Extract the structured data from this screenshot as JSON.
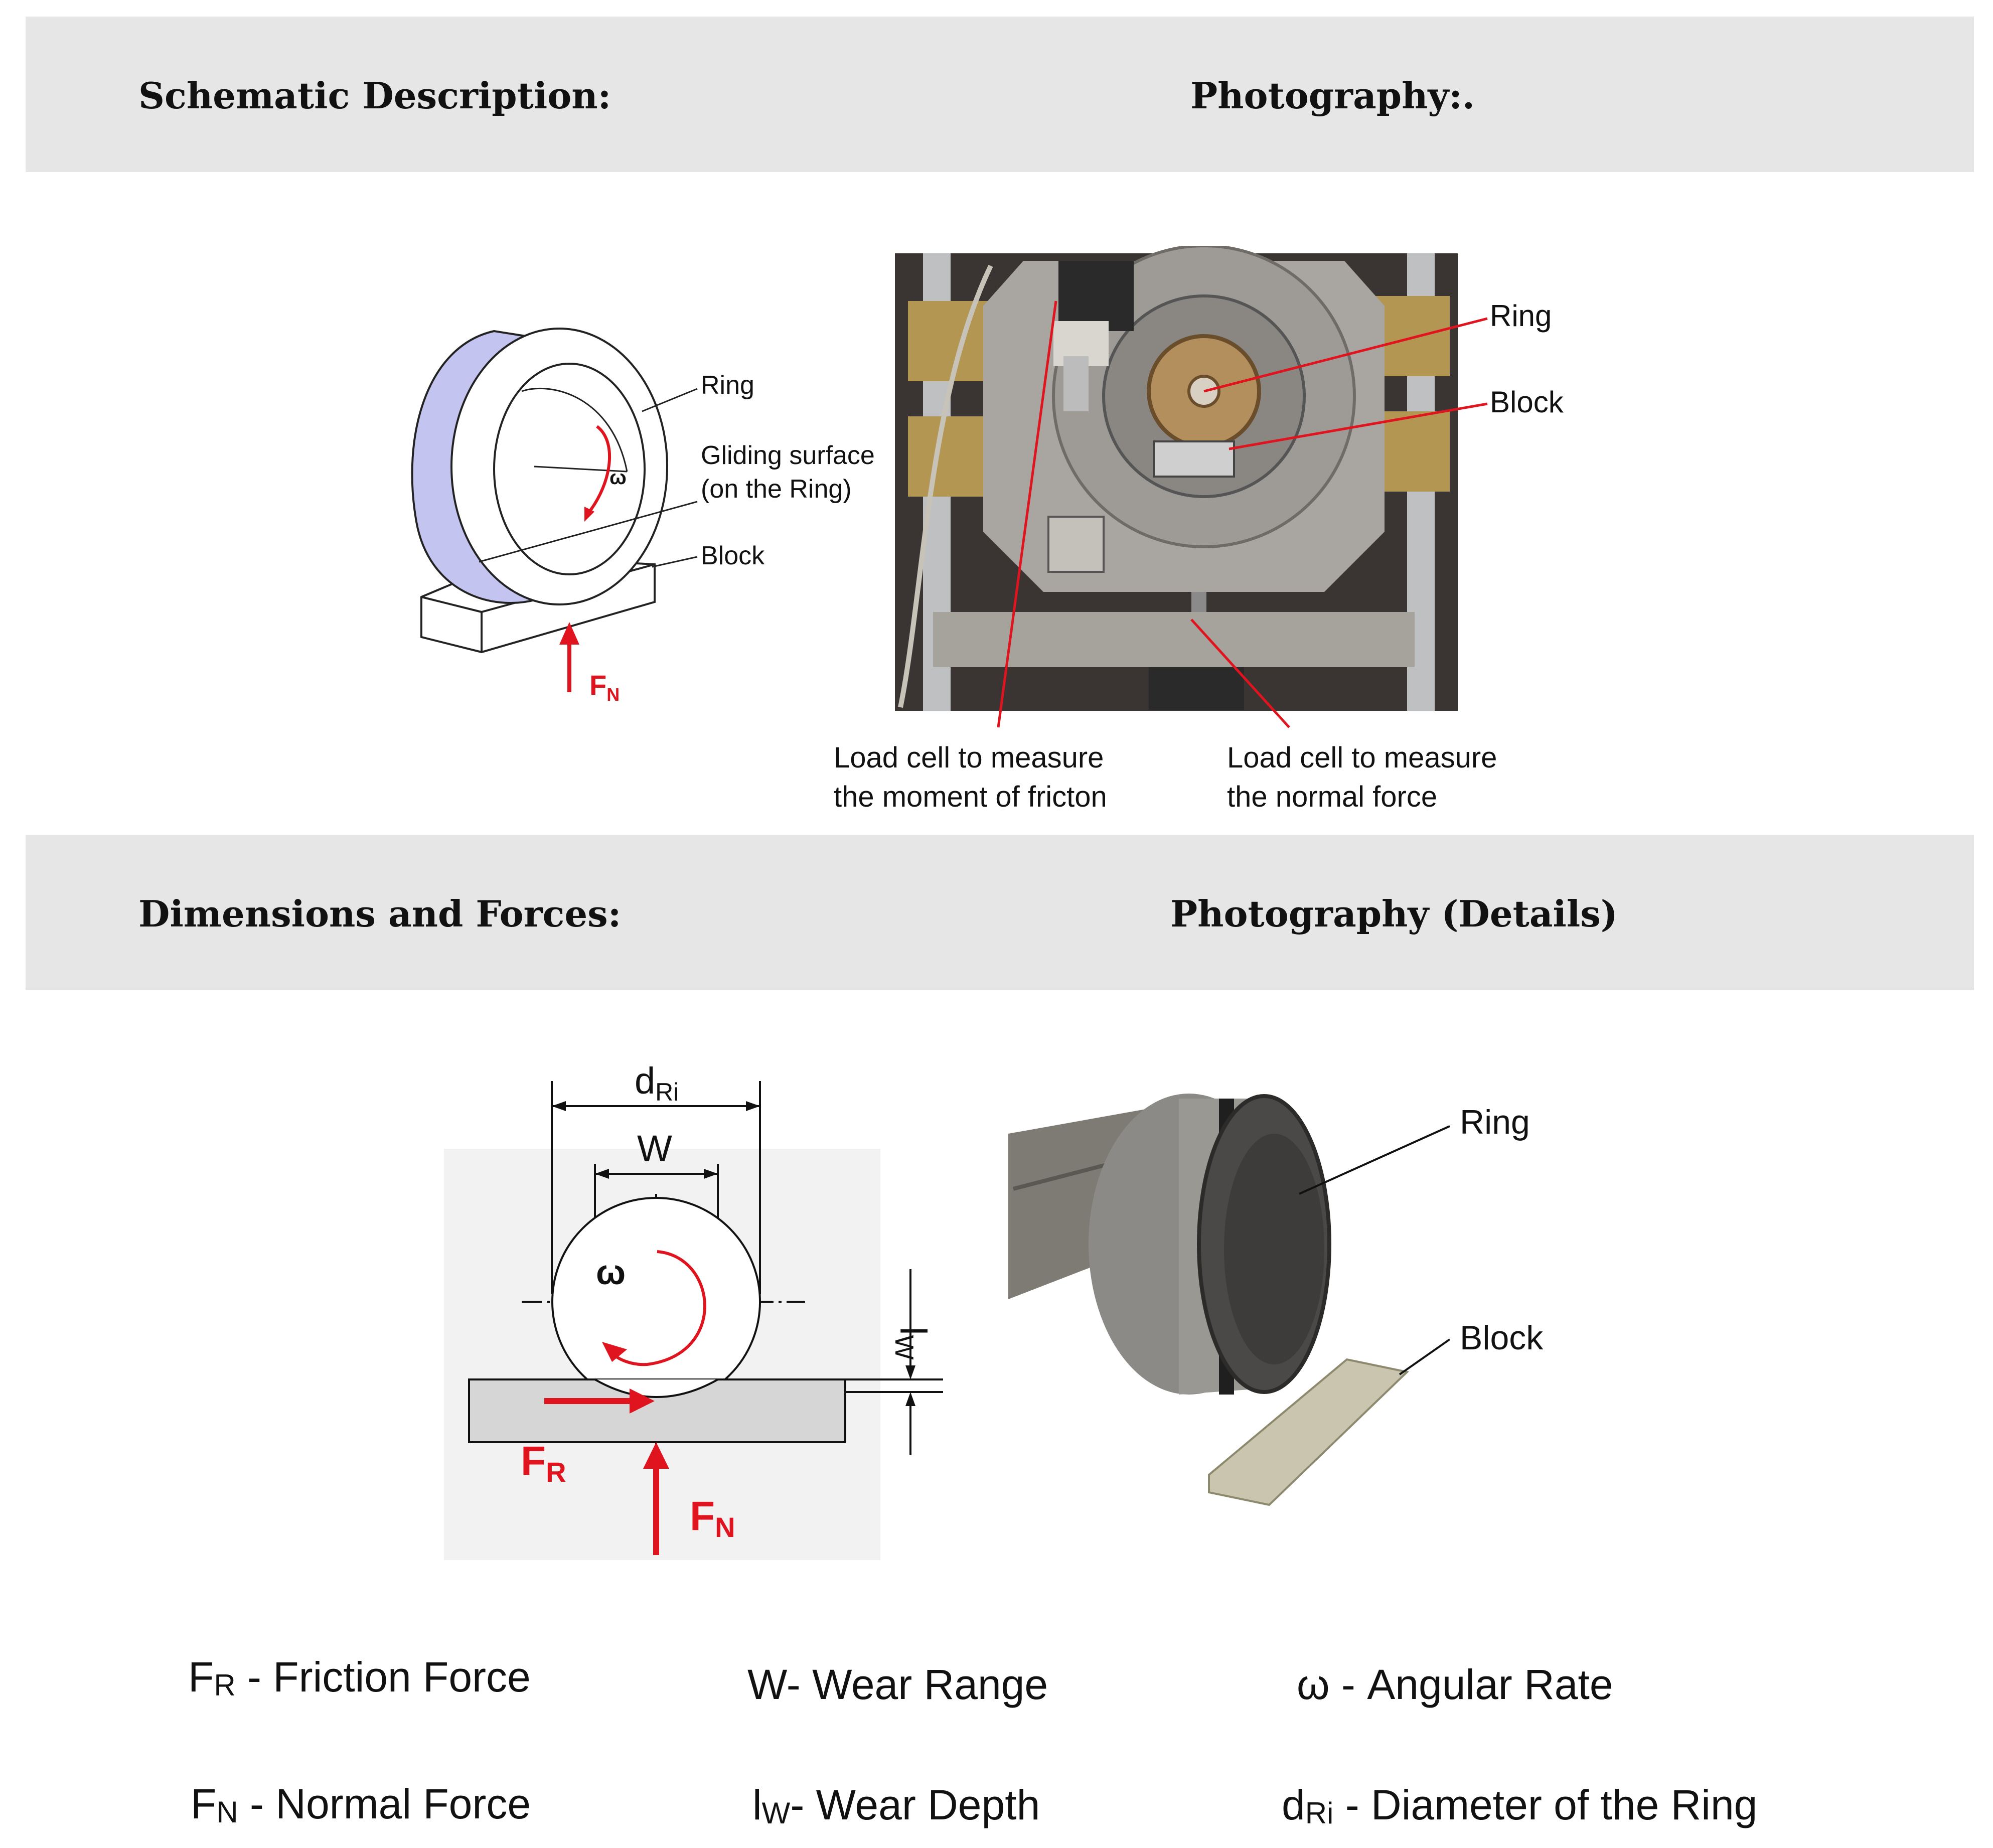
{
  "sections": {
    "schematic_title": "Schematic Description:",
    "photo_title": "Photography:.",
    "dimensions_title": "Dimensions and Forces:",
    "photo_details_title": "Photography (Details)"
  },
  "schematic": {
    "ring_label": "Ring",
    "gliding_label_line1": "Gliding surface",
    "gliding_label_line2": "(on the Ring)",
    "block_label": "Block",
    "omega": "ω",
    "force_main": "F",
    "force_sub": "N"
  },
  "photo": {
    "ring_label": "Ring",
    "block_label": "Block",
    "loadcell_moment_line1": "Load cell to measure",
    "loadcell_moment_line2": "the moment of fricton",
    "loadcell_normal_line1": "Load cell to measure",
    "loadcell_normal_line2": "the normal force"
  },
  "dimensions": {
    "d_main": "d",
    "d_sub": "Ri",
    "w": "W",
    "lw_main": "l",
    "lw_sub": "W",
    "omega": "ω",
    "fr_main": "F",
    "fr_sub": "R",
    "fn_main": "F",
    "fn_sub": "N"
  },
  "details": {
    "ring_label": "Ring",
    "block_label": "Block"
  },
  "legend": {
    "fr_sym": "F",
    "fr_sub": "R",
    "fr_text": " -   Friction Force",
    "fn_sym": "F",
    "fn_sub": "N",
    "fn_text": " - Normal Force",
    "w_text": "W- Wear Range",
    "lw_sym": "l",
    "lw_sub": "W",
    "lw_text": "- Wear Depth",
    "omega_text": "ω - Angular Rate",
    "dri_sym": "d",
    "dri_sub": "Ri",
    "dri_text": " - Diameter of the Ring"
  },
  "colors": {
    "band": "#e6e6e6",
    "accent_red": "#e0141e",
    "ring_side": "#c3c5f0"
  }
}
